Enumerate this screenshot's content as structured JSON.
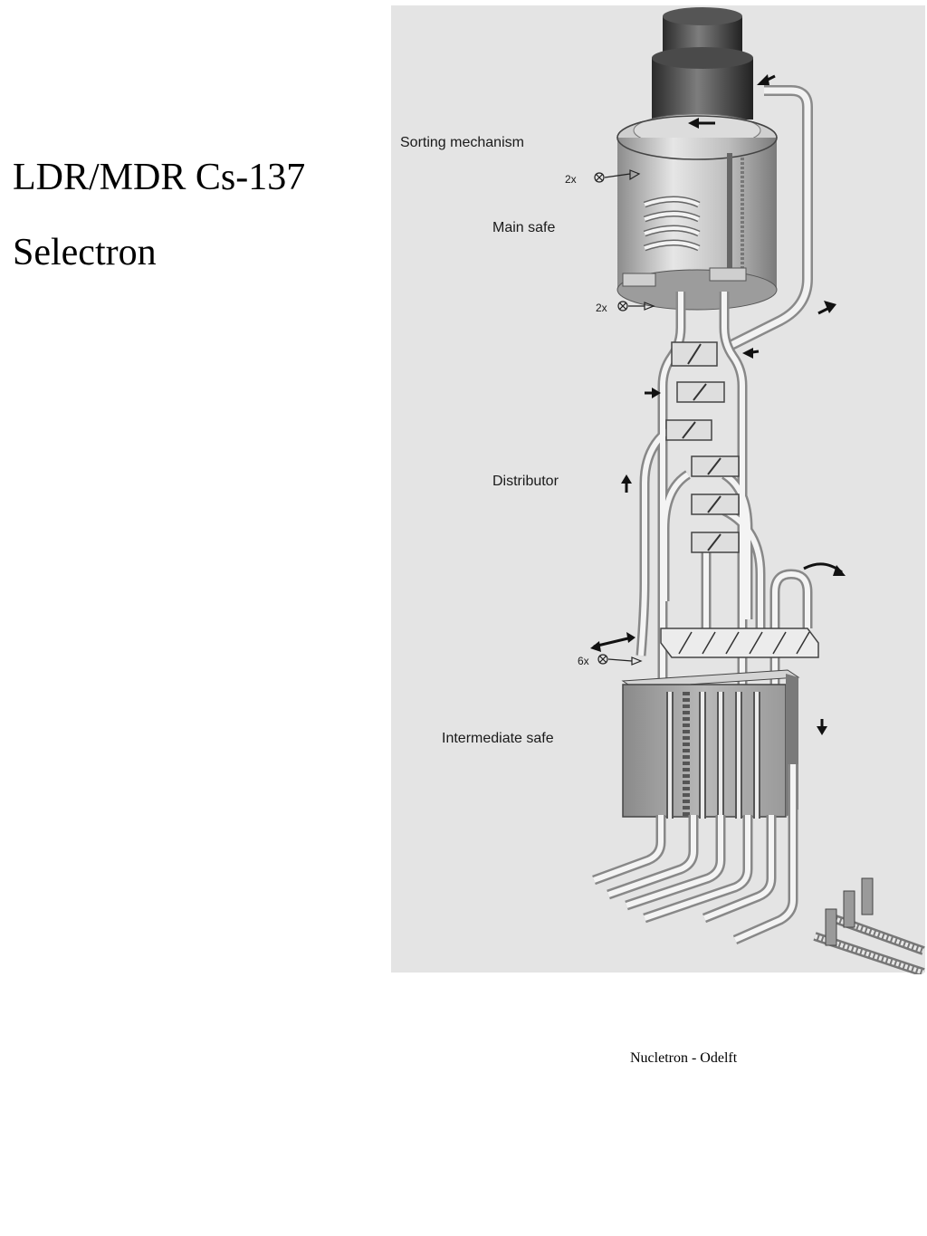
{
  "slide": {
    "title_line1": "LDR/MDR Cs-137",
    "title_line2": "Selectron",
    "credit": "Nucletron - Odelft"
  },
  "diagram": {
    "labels": {
      "sorting_mechanism": "Sorting mechanism",
      "main_safe": "Main safe",
      "distributor": "Distributor",
      "intermediate_safe": "Intermediate safe"
    },
    "counts": {
      "sorting_valves": "2x",
      "main_safe_valves": "2x",
      "intermediate_valves": "6x"
    }
  }
}
